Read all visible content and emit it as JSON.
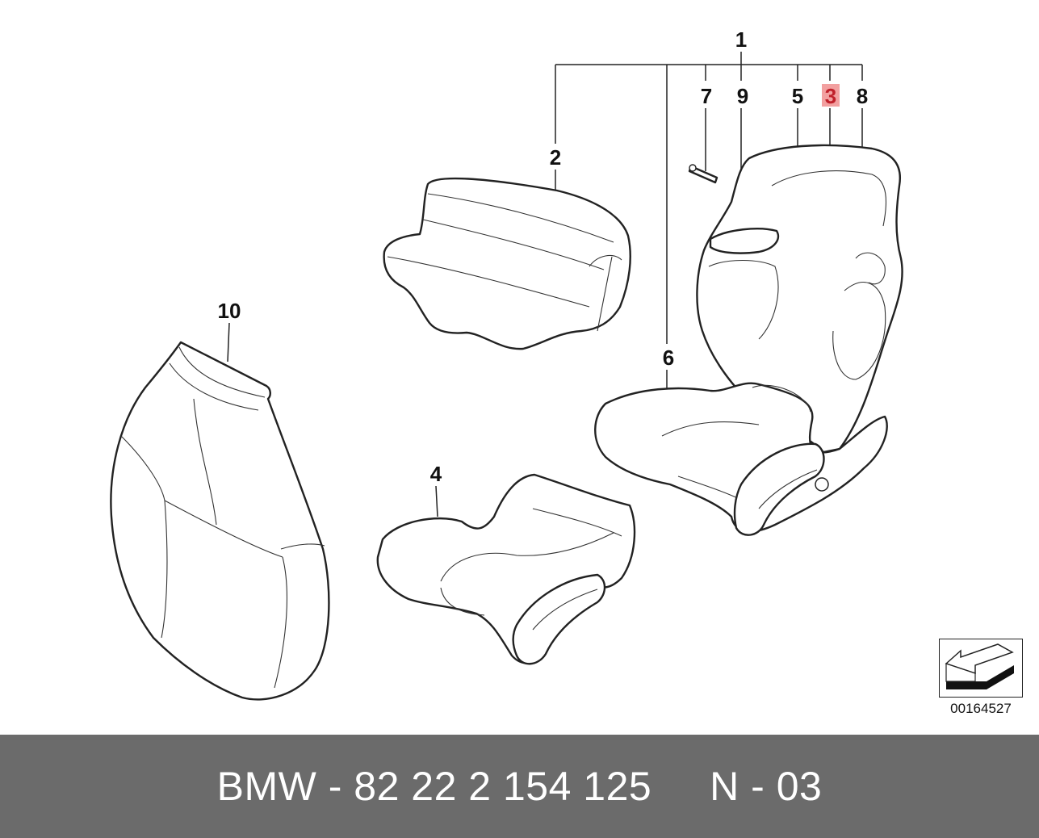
{
  "callouts": {
    "c1": "1",
    "c2": "2",
    "c3": "3",
    "c4": "4",
    "c5": "5",
    "c6": "6",
    "c7": "7",
    "c8": "8",
    "c9": "9",
    "c10": "10"
  },
  "highlight_color": "#f2a0a0",
  "diagram_code": "00164527",
  "footer": {
    "text": "BMW - 82 22 2 154 125     N - 03",
    "background": "#6b6b6b"
  },
  "icons": {
    "orientation": "arrow-orientation-icon"
  }
}
